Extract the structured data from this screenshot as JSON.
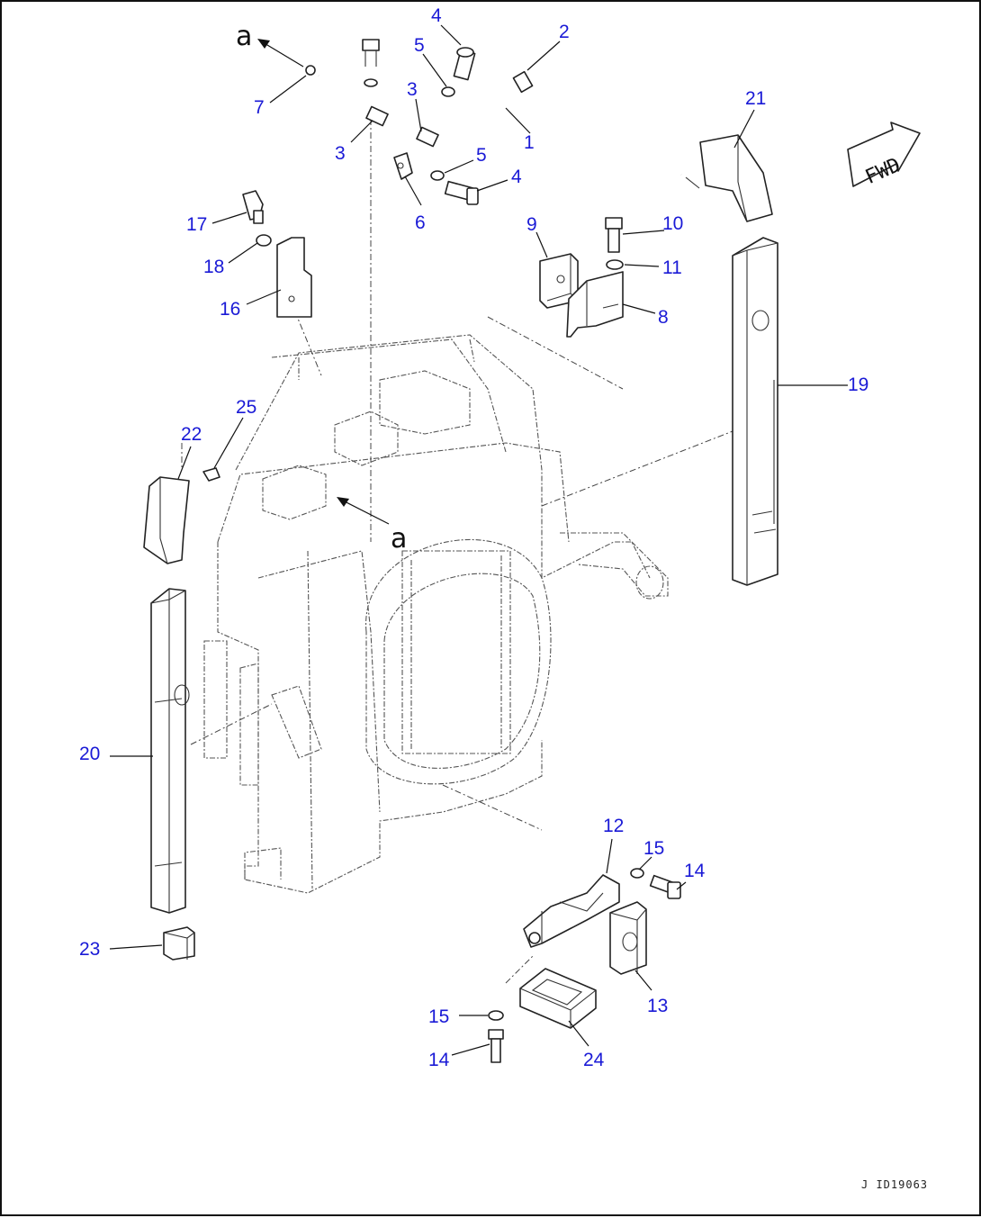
{
  "diagram": {
    "drawing_number": "J ID19063",
    "direction_label": "FWD",
    "reference_mark": "a",
    "callouts": [
      {
        "id": "1",
        "label": "1"
      },
      {
        "id": "2",
        "label": "2"
      },
      {
        "id": "3a",
        "label": "3"
      },
      {
        "id": "3b",
        "label": "3"
      },
      {
        "id": "4a",
        "label": "4"
      },
      {
        "id": "4b",
        "label": "4"
      },
      {
        "id": "5a",
        "label": "5"
      },
      {
        "id": "5b",
        "label": "5"
      },
      {
        "id": "6",
        "label": "6"
      },
      {
        "id": "7",
        "label": "7"
      },
      {
        "id": "8",
        "label": "8"
      },
      {
        "id": "9",
        "label": "9"
      },
      {
        "id": "10",
        "label": "10"
      },
      {
        "id": "11",
        "label": "11"
      },
      {
        "id": "12",
        "label": "12"
      },
      {
        "id": "13",
        "label": "13"
      },
      {
        "id": "14a",
        "label": "14"
      },
      {
        "id": "14b",
        "label": "14"
      },
      {
        "id": "15a",
        "label": "15"
      },
      {
        "id": "15b",
        "label": "15"
      },
      {
        "id": "16",
        "label": "16"
      },
      {
        "id": "17",
        "label": "17"
      },
      {
        "id": "18",
        "label": "18"
      },
      {
        "id": "19",
        "label": "19"
      },
      {
        "id": "20",
        "label": "20"
      },
      {
        "id": "21",
        "label": "21"
      },
      {
        "id": "22",
        "label": "22"
      },
      {
        "id": "23",
        "label": "23"
      },
      {
        "id": "24",
        "label": "24"
      },
      {
        "id": "25",
        "label": "25"
      }
    ]
  }
}
